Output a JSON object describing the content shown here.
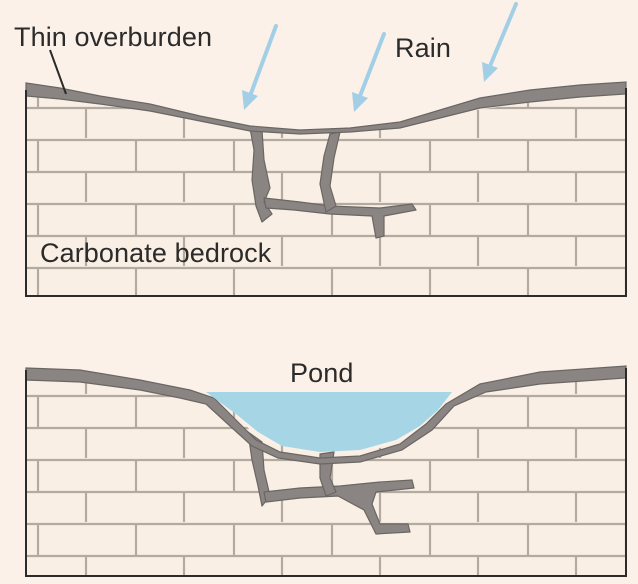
{
  "labels": {
    "overburden": "Thin overburden",
    "rain": "Rain",
    "bedrock": "Carbonate bedrock",
    "pond": "Pond"
  },
  "colors": {
    "background": "#fbf1e8",
    "bedrock_fill": "#f9efe4",
    "mortar_lines": "#b3aaa2",
    "overburden": "#8a8583",
    "overburden_stroke": "#6a6664",
    "rain_arrows": "#a3cfe6",
    "pond_water": "#a6d6e6",
    "outline": "#2b2b2b"
  }
}
